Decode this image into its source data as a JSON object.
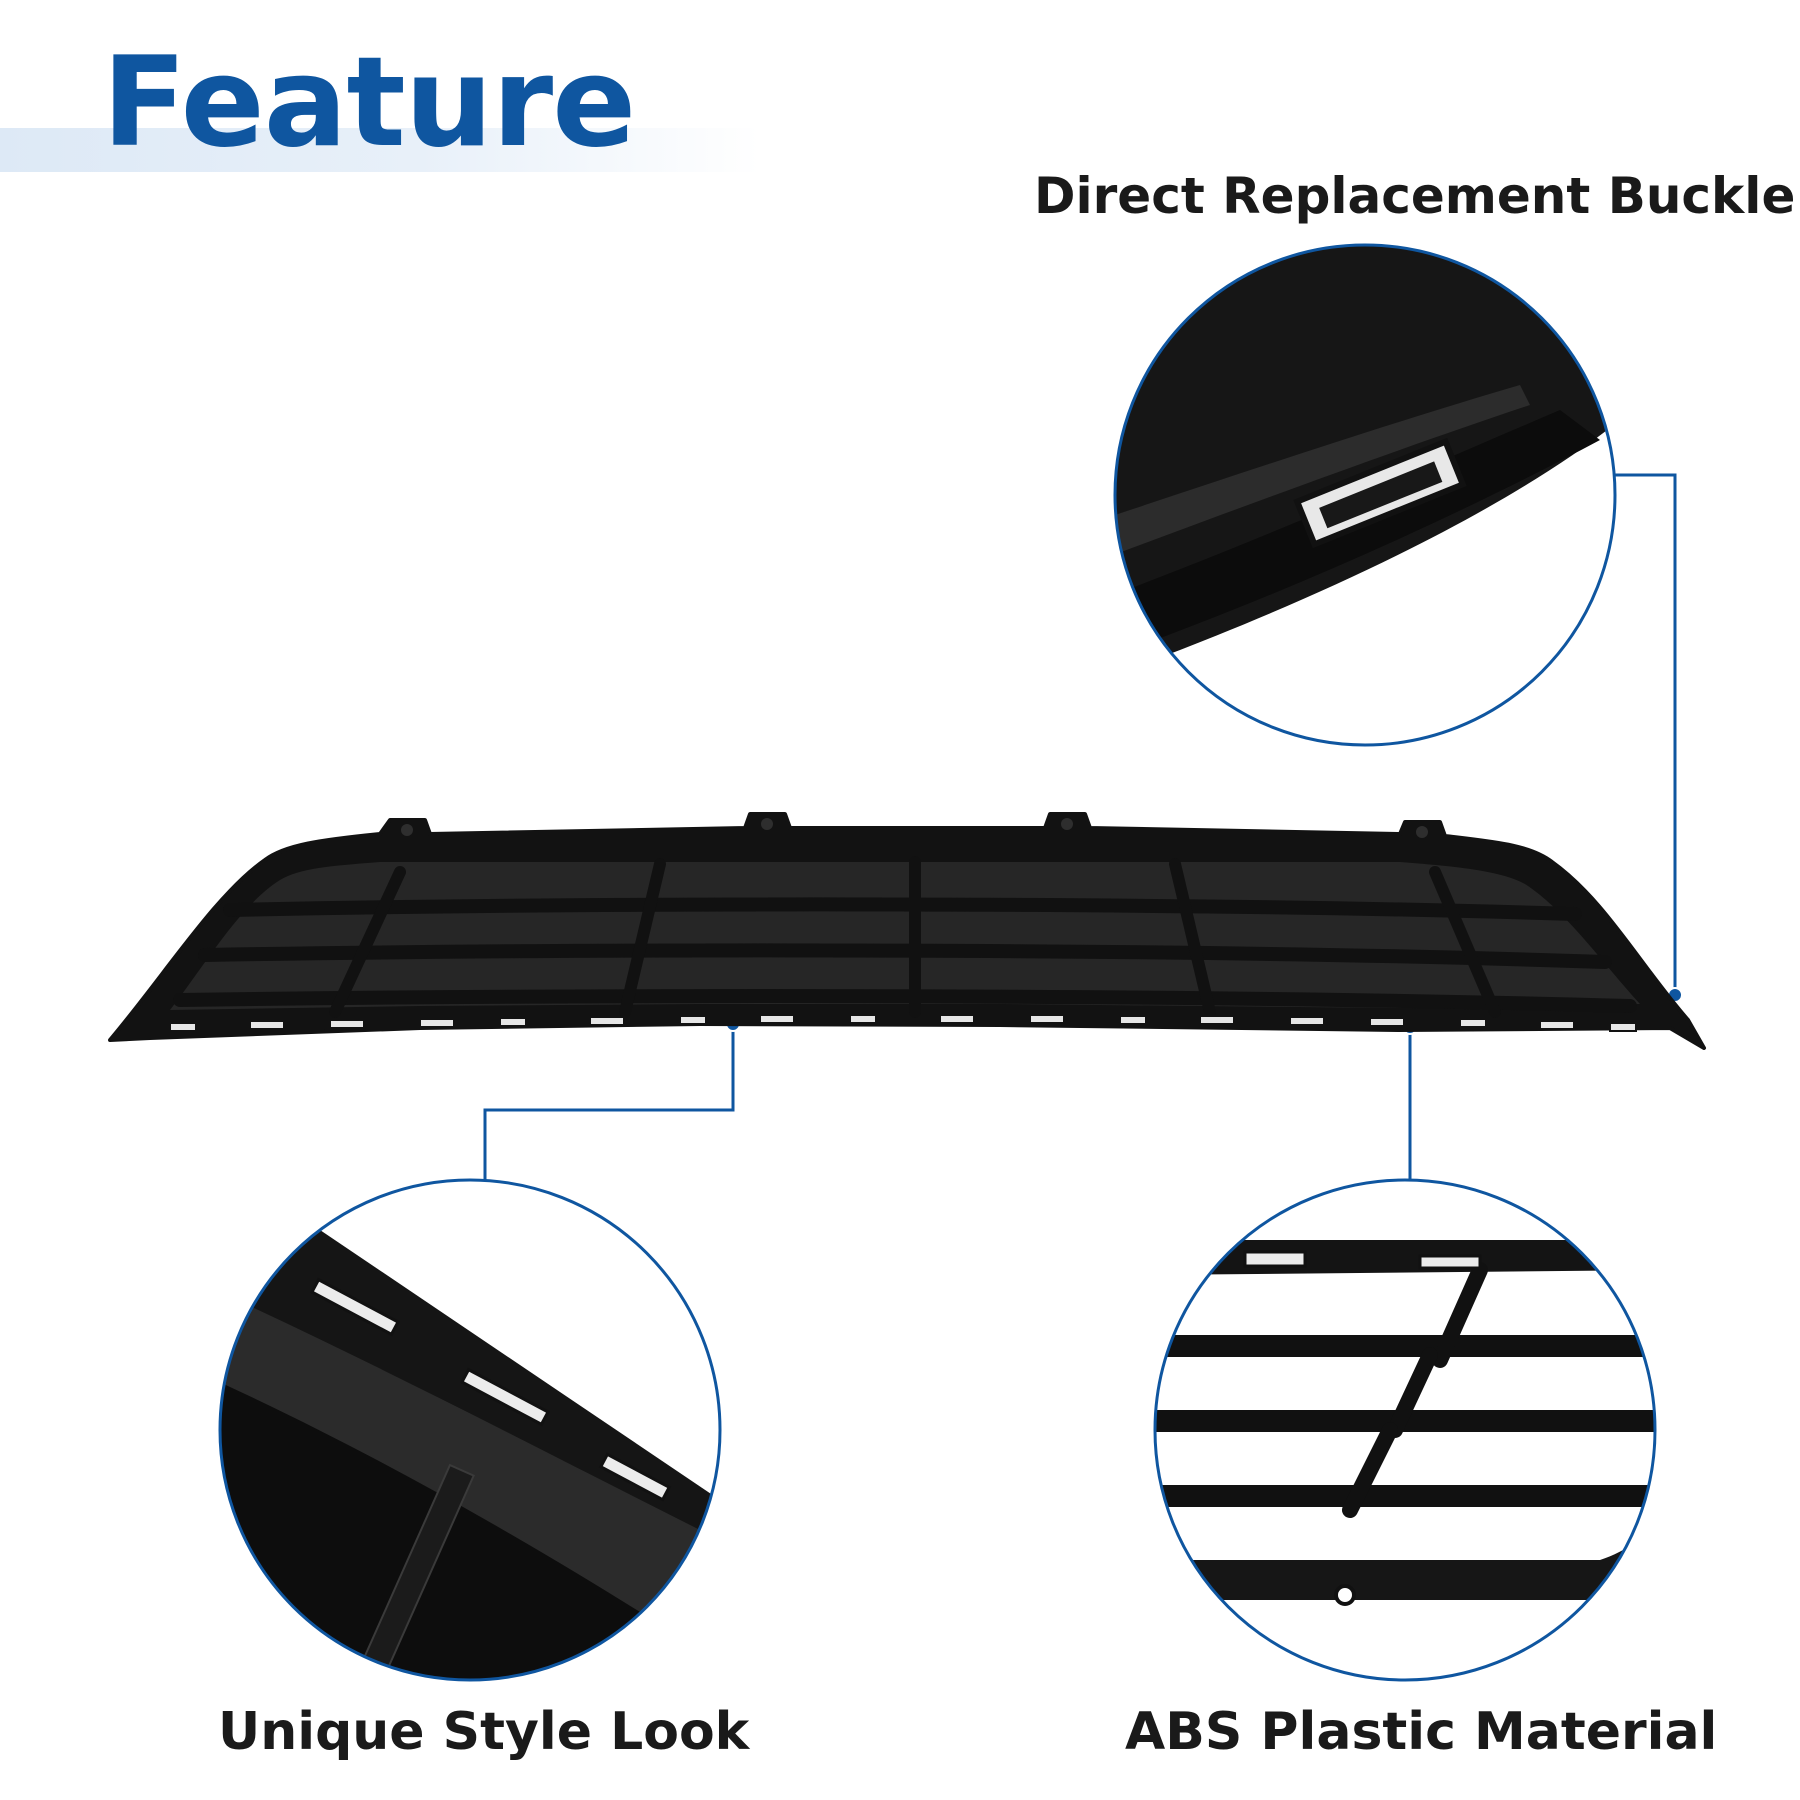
{
  "heading": "Feature",
  "callouts": {
    "buckle": "Direct Replacement Buckle",
    "unique": "Unique Style Look",
    "material": "ABS Plastic Material"
  },
  "colors": {
    "accent": "#0f56a0",
    "part": "#121212",
    "text": "#1a1a1a"
  }
}
